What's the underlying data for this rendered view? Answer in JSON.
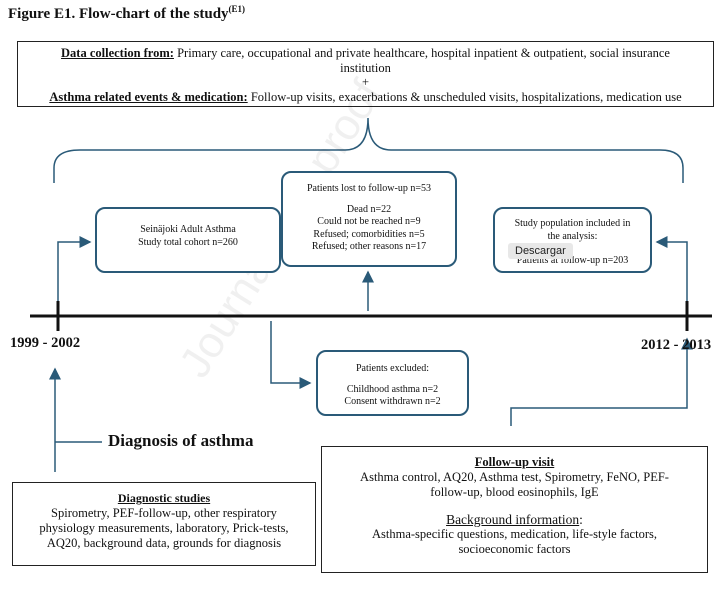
{
  "title": {
    "text": "Figure E1. Flow-chart of the study",
    "sup": "(E1)"
  },
  "top_box": {
    "line1_label": "Data collection from:",
    "line1_text": " Primary care, occupational and private healthcare, hospital inpatient & outpatient, social insurance",
    "line2_text": "institution",
    "plus": "+",
    "line3_label": "Asthma related events & medication:",
    "line3_text": " Follow-up visits, exacerbations & unscheduled visits, hospitalizations, medication use"
  },
  "cohort_box": {
    "line1": "Seinäjoki Adult Asthma",
    "line2": "Study total cohort n=260"
  },
  "lost_box": {
    "header": "Patients lost to follow-up n=53",
    "lines": [
      "Dead n=22",
      "Could not be reached n=9",
      "Refused; comorbidities n=5",
      "Refused; other reasons n=17"
    ]
  },
  "population_box": {
    "line1": "Study population included in",
    "line2": "the analysis:",
    "line3": "Patients at follow-up n=203"
  },
  "excluded_box": {
    "header": "Patients excluded:",
    "lines": [
      "Childhood asthma n=2",
      "Consent withdrawn n=2"
    ]
  },
  "years": {
    "start": "1999 - 2002",
    "end": "2012 - 2013"
  },
  "diagnosis_label": "Diagnosis of asthma",
  "diagnostic_box": {
    "heading": "Diagnostic studies",
    "lines": [
      "Spirometry, PEF-follow-up, other respiratory",
      "physiology measurements, laboratory, Prick-tests,",
      "AQ20, background data, grounds for diagnosis"
    ]
  },
  "followup_box": {
    "heading": "Follow-up visit",
    "lines": [
      "Asthma control, AQ20, Asthma test, Spirometry, FeNO, PEF-",
      "follow-up, blood eosinophils, IgE"
    ],
    "background_heading": "Background information",
    "background_colon": ":",
    "background_lines": [
      "Asthma-specific questions, medication, life-style factors,",
      "socioeconomic factors"
    ]
  },
  "watermark": "Journal Pre-proof",
  "tooltip": "Descargar",
  "colors": {
    "arrow": "#2a5a78",
    "timeline": "#111111",
    "watermark": "#d9d9d9"
  }
}
